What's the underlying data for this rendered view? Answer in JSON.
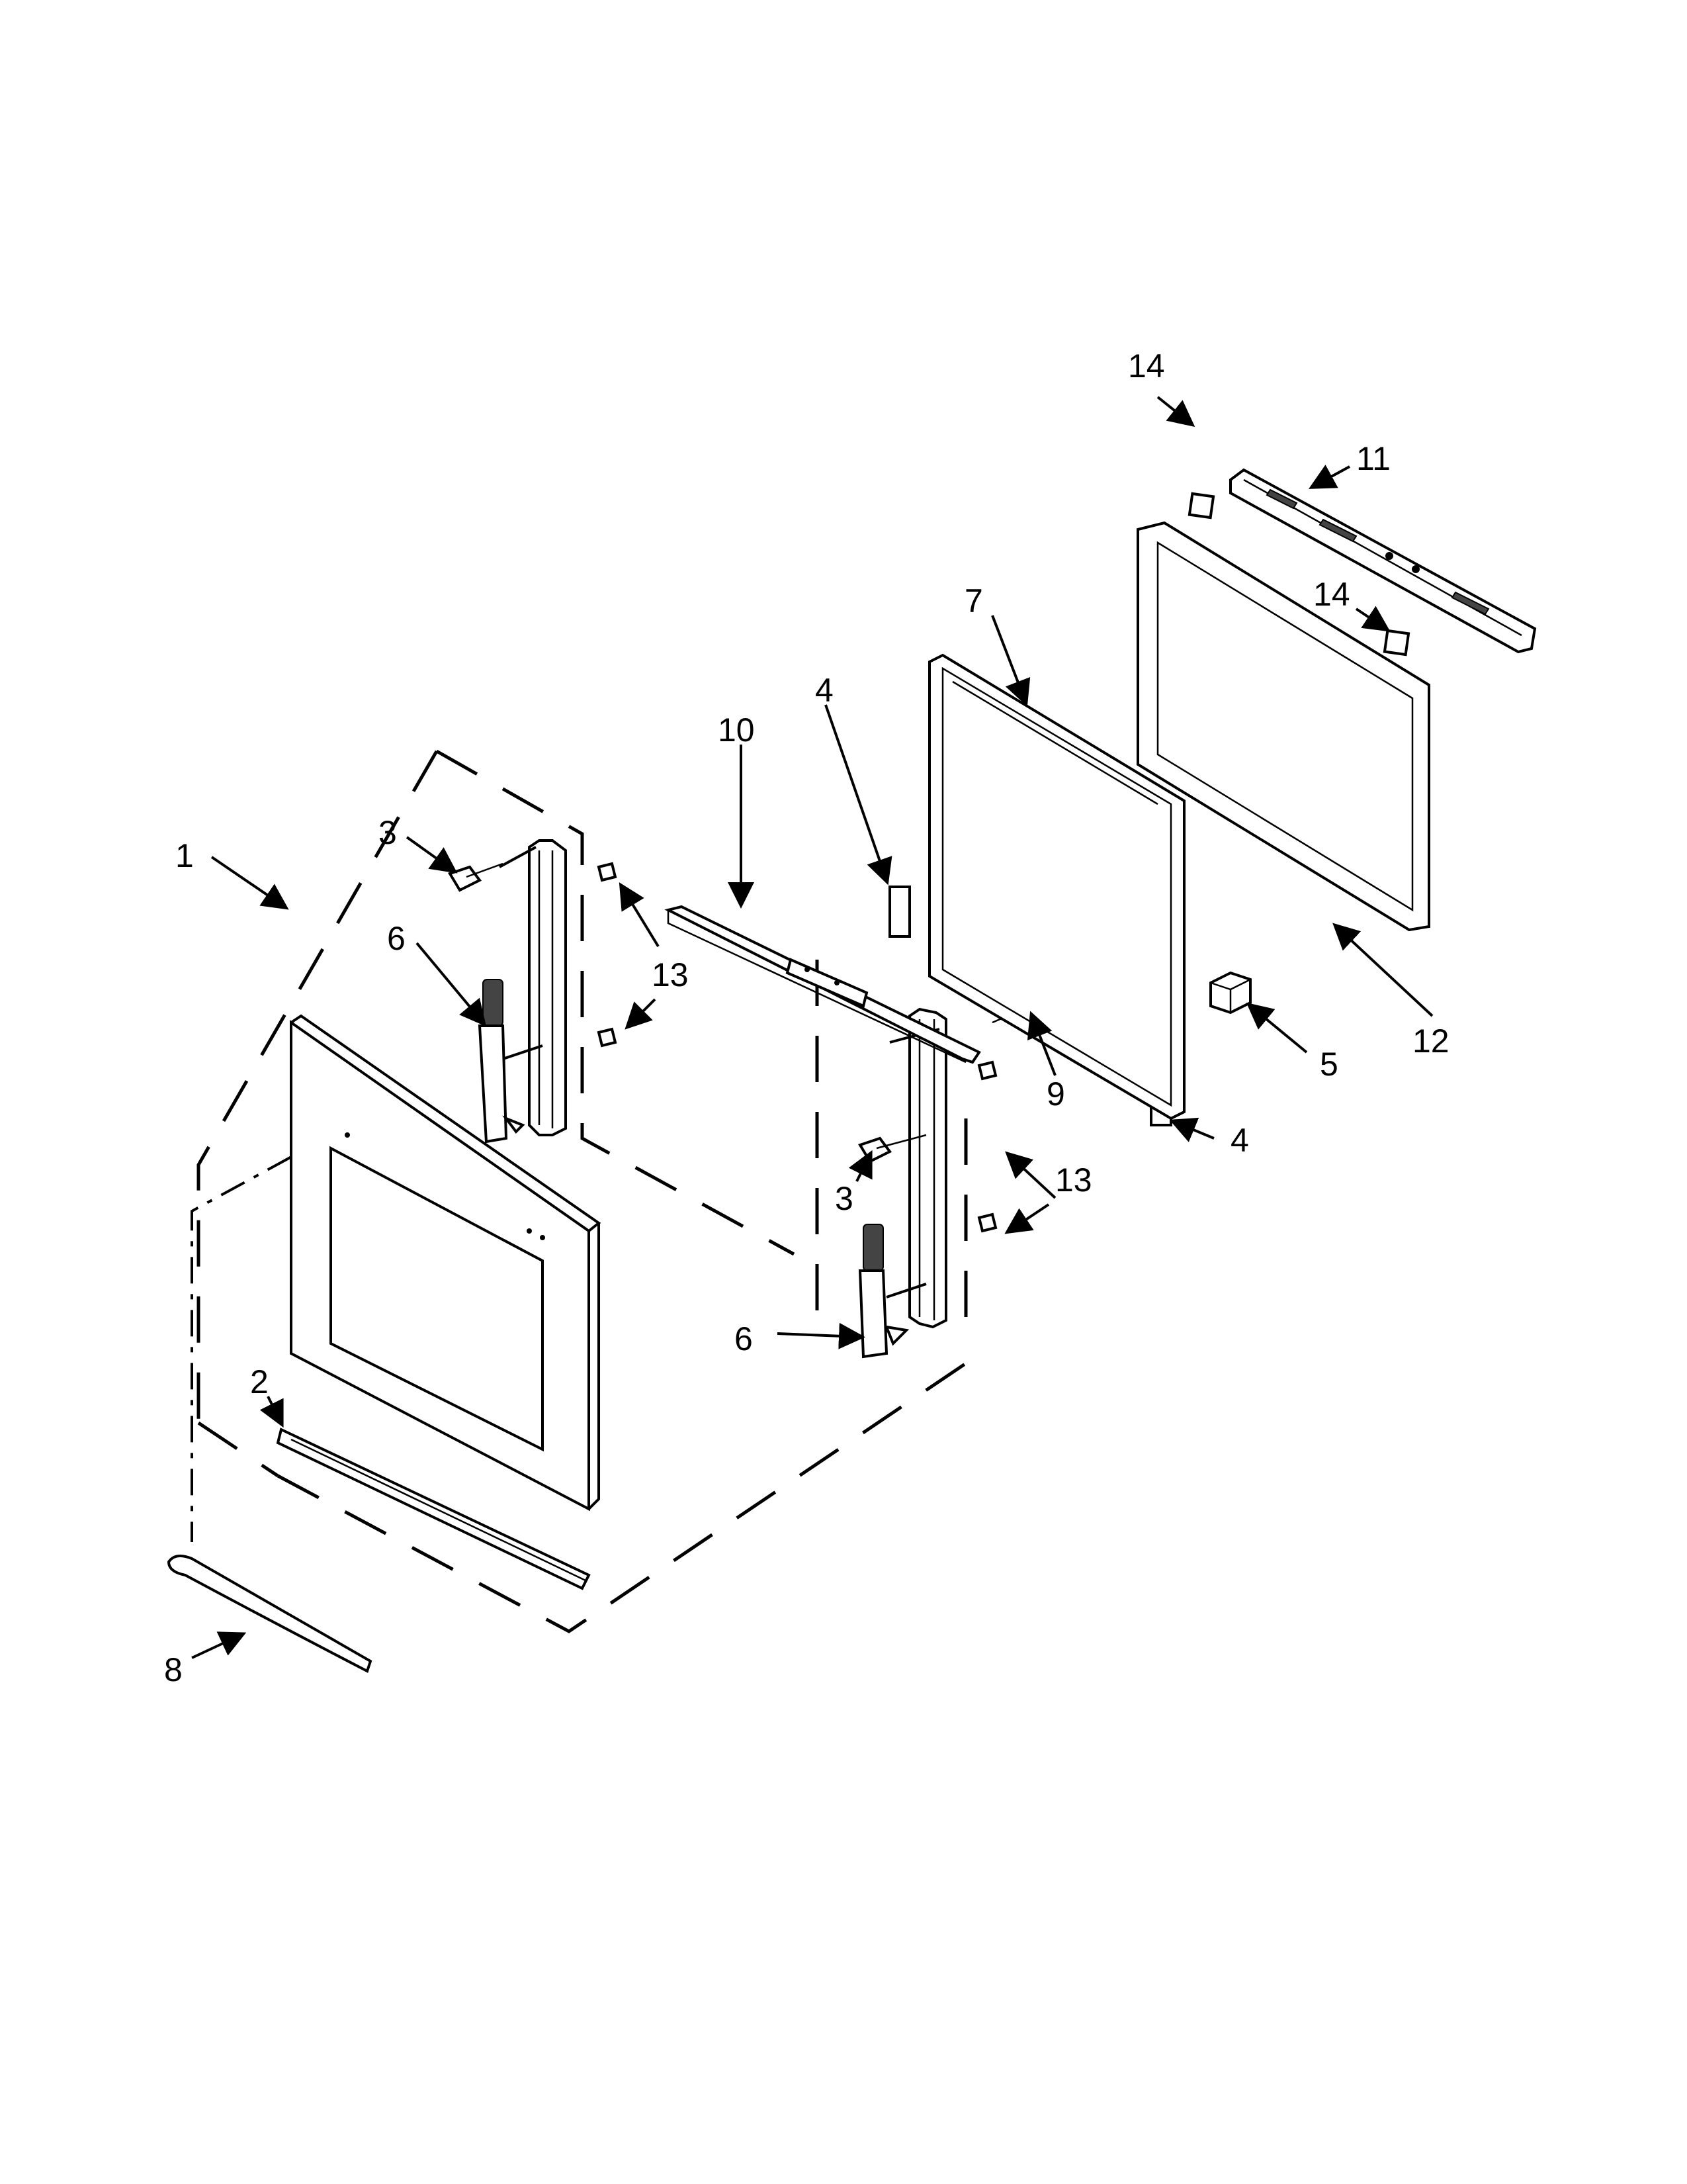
{
  "callouts": [
    {
      "id": "c1",
      "text": "1"
    },
    {
      "id": "c2",
      "text": "2"
    },
    {
      "id": "c3a",
      "text": "3"
    },
    {
      "id": "c3b",
      "text": "3"
    },
    {
      "id": "c4a",
      "text": "4"
    },
    {
      "id": "c4b",
      "text": "4"
    },
    {
      "id": "c5",
      "text": "5"
    },
    {
      "id": "c6a",
      "text": "6"
    },
    {
      "id": "c6b",
      "text": "6"
    },
    {
      "id": "c7",
      "text": "7"
    },
    {
      "id": "c8",
      "text": "8"
    },
    {
      "id": "c9",
      "text": "9"
    },
    {
      "id": "c10",
      "text": "10"
    },
    {
      "id": "c11",
      "text": "11"
    },
    {
      "id": "c12",
      "text": "12"
    },
    {
      "id": "c13a",
      "text": "13"
    },
    {
      "id": "c13b",
      "text": "13"
    },
    {
      "id": "c14a",
      "text": "14"
    },
    {
      "id": "c14b",
      "text": "14"
    }
  ]
}
